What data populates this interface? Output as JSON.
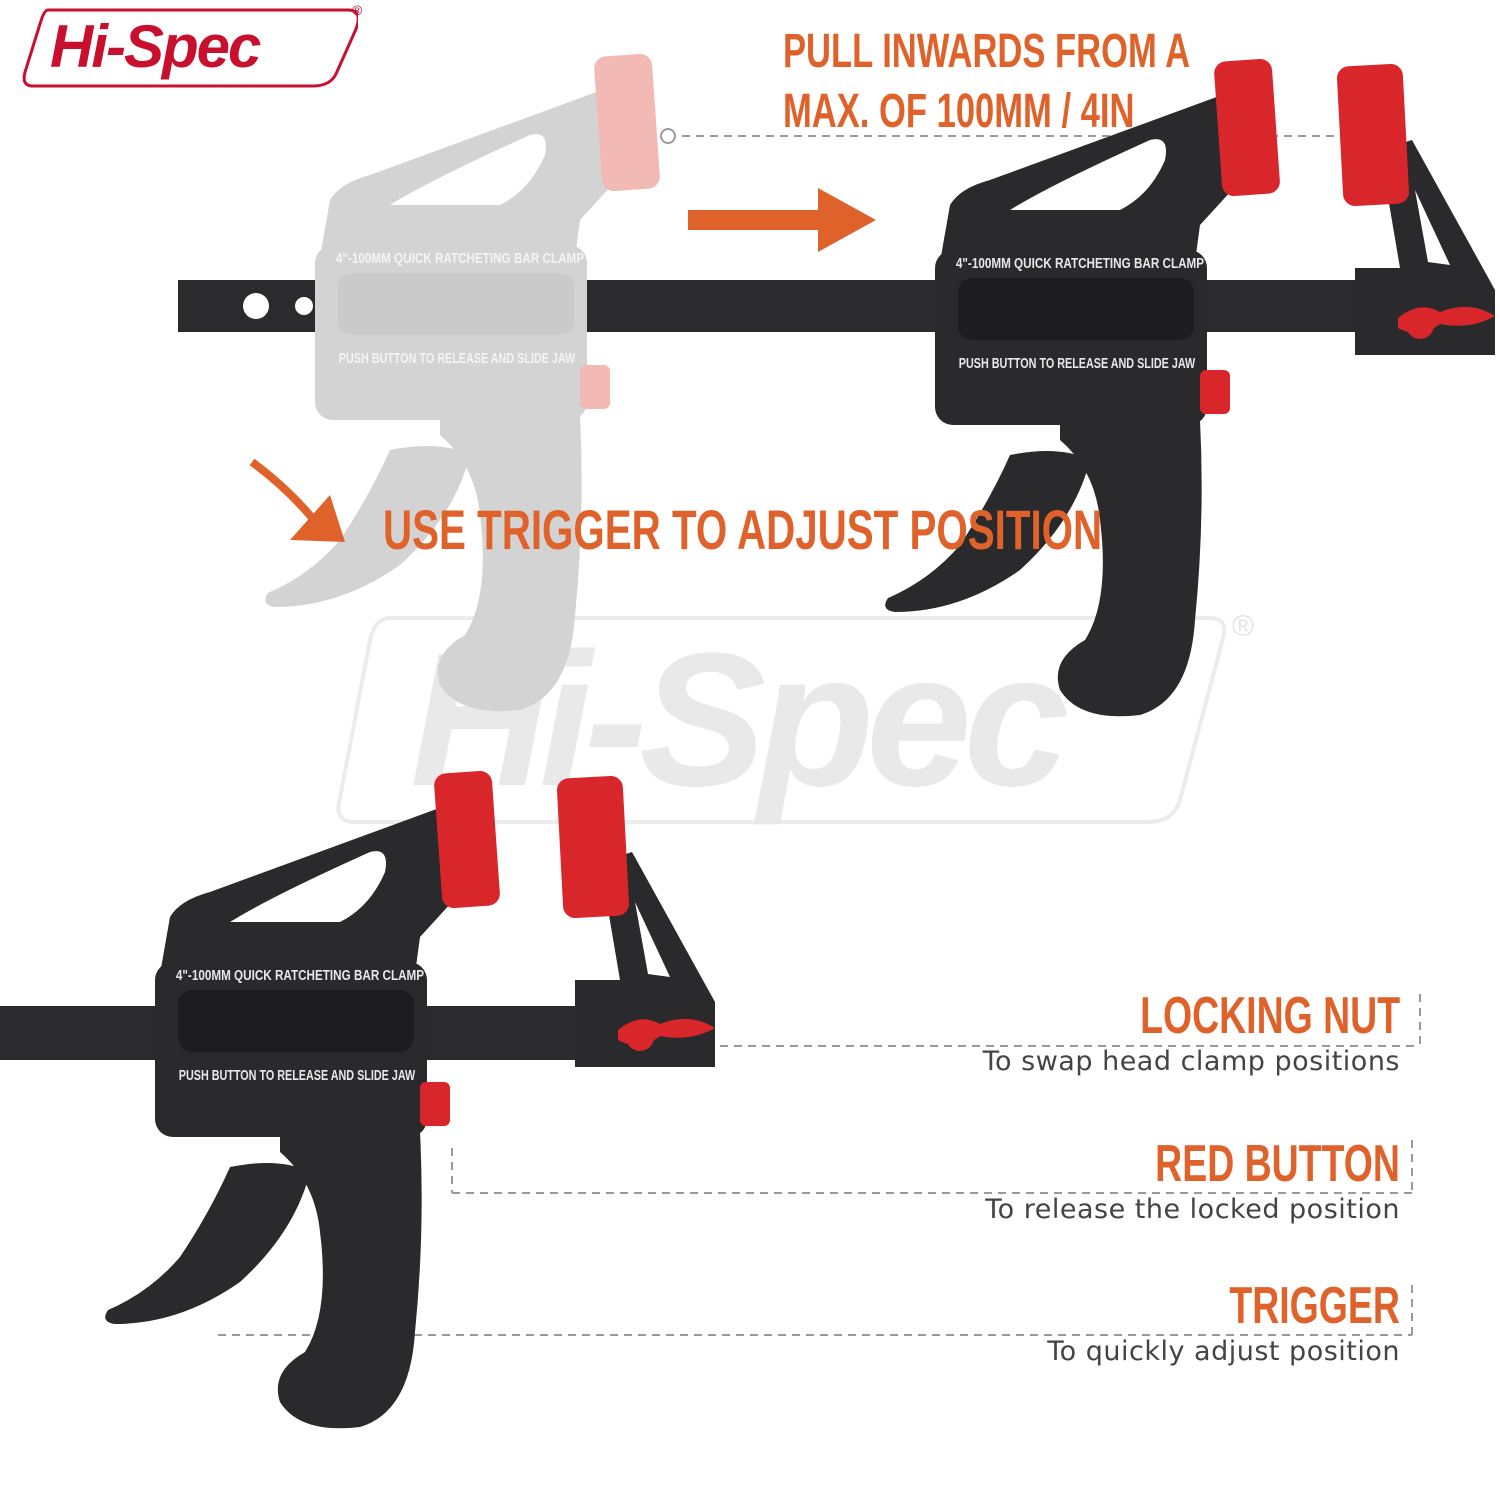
{
  "brand": {
    "logo_text": "Hi-Spec",
    "registered_mark": "®",
    "watermark_text": "Hi-Spec"
  },
  "headline": {
    "line1": "PULL INWARDS FROM A",
    "line2": "MAX. OF 100MM / 4IN"
  },
  "trigger_hint": "USE TRIGGER TO ADJUST POSITION",
  "clamp_labels": {
    "model": "4\"-100MM QUICK RATCHETING BAR CLAMP",
    "instruction": "PUSH BUTTON TO RELEASE AND SLIDE JAW"
  },
  "callouts": [
    {
      "title": "LOCKING NUT",
      "subtitle": "To swap head clamp positions"
    },
    {
      "title": "RED BUTTON",
      "subtitle": "To release the locked position"
    },
    {
      "title": "TRIGGER",
      "subtitle": "To quickly adjust position"
    }
  ],
  "colors": {
    "accent_orange": "#e0622b",
    "brand_red": "#c8102e",
    "clamp_body": "#2a2a2c",
    "clamp_pad": "#d8262a",
    "ghost": "#cfcfd0"
  },
  "icons": [
    "arrow-right-icon",
    "curved-arrow-icon"
  ]
}
